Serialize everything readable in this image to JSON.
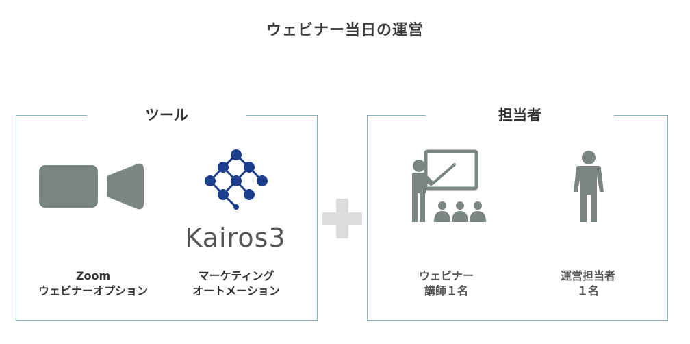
{
  "title": "ウェビナー当日の運営",
  "tools": {
    "heading": "ツール",
    "zoom": {
      "icon": "video-camera-icon",
      "line1": "Zoom",
      "line2": "ウェビナーオプション"
    },
    "kairos": {
      "icon": "kairos3-logo",
      "logo_text": "Kairos3",
      "line1": "マーケティング",
      "line2": "オートメーション"
    }
  },
  "staff": {
    "heading": "担当者",
    "lecturer": {
      "icon": "presenter-icon",
      "line1": "ウェビナー",
      "line2": "講師１名"
    },
    "operator": {
      "icon": "person-icon",
      "line1": "運営担当者",
      "line2": "１名"
    }
  },
  "colors": {
    "icon_gray": "#7b8584",
    "frame": "#7fb3c2",
    "logo_blue": "#1c3e8c",
    "plus": "#dcdcdc"
  }
}
